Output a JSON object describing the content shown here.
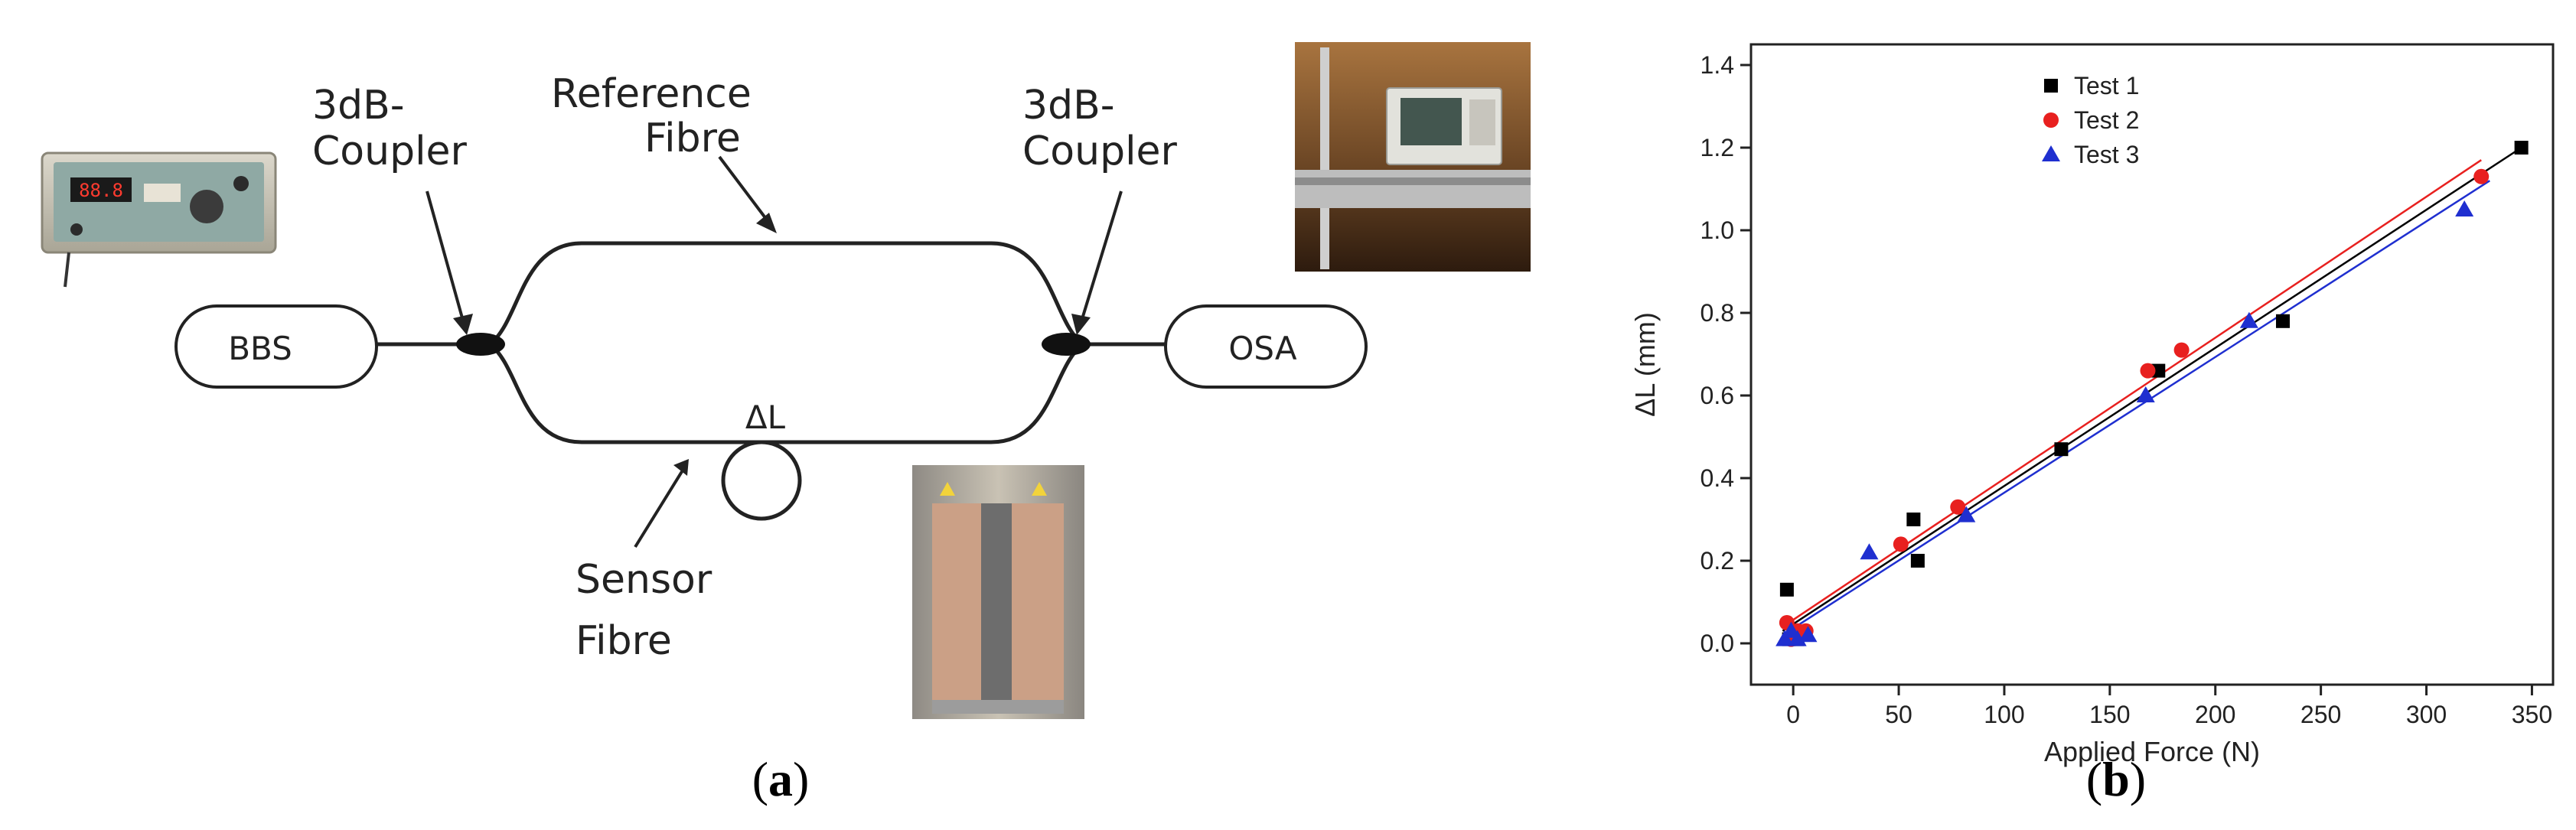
{
  "panel_a": {
    "source_label": "BBS",
    "analyzer_label": "OSA",
    "left_coupler": [
      "3dB-",
      "Coupler"
    ],
    "right_coupler": [
      "3dB-",
      "Coupler"
    ],
    "reference_fibre": [
      "Reference",
      "Fibre"
    ],
    "sensor_fibre": [
      "Sensor",
      "Fibre"
    ],
    "delta_label": "ΔL",
    "device_display": "88.8",
    "caption_open": "(",
    "caption_letter": "a",
    "caption_close": ")"
  },
  "panel_b": {
    "caption_open": "(",
    "caption_letter": "b",
    "caption_close": ")"
  },
  "colors": {
    "test1": "#000000",
    "test2": "#e8201f",
    "test3": "#1f2fd0"
  },
  "chart_data": {
    "type": "scatter",
    "xlabel": "Applied Force (N)",
    "ylabel": "ΔL (mm)",
    "xlim": [
      -20,
      360
    ],
    "ylim": [
      -0.1,
      1.45
    ],
    "xticks": [
      0,
      50,
      100,
      150,
      200,
      250,
      300,
      350
    ],
    "yticks": [
      0.0,
      0.2,
      0.4,
      0.6,
      0.8,
      1.0,
      1.2,
      1.4
    ],
    "grid": false,
    "legend": "top-left",
    "series": [
      {
        "name": "Test 1",
        "marker": "square",
        "color": "#000000",
        "points": [
          [
            -3,
            0.13
          ],
          [
            -2,
            0.01
          ],
          [
            0,
            0.02
          ],
          [
            2,
            0.01
          ],
          [
            57,
            0.3
          ],
          [
            59,
            0.2
          ],
          [
            127,
            0.47
          ],
          [
            173,
            0.66
          ],
          [
            232,
            0.78
          ],
          [
            345,
            1.2
          ]
        ],
        "fit": [
          [
            -5,
            0.03
          ],
          [
            345,
            1.2
          ]
        ]
      },
      {
        "name": "Test 2",
        "marker": "circle",
        "color": "#e8201f",
        "points": [
          [
            -3,
            0.05
          ],
          [
            -1,
            0.01
          ],
          [
            2,
            0.03
          ],
          [
            6,
            0.03
          ],
          [
            51,
            0.24
          ],
          [
            78,
            0.33
          ],
          [
            168,
            0.66
          ],
          [
            184,
            0.71
          ],
          [
            326,
            1.13
          ]
        ],
        "fit": [
          [
            -5,
            0.04
          ],
          [
            326,
            1.17
          ]
        ]
      },
      {
        "name": "Test 3",
        "marker": "triangle",
        "color": "#1f2fd0",
        "points": [
          [
            -4,
            0.01
          ],
          [
            -1,
            0.03
          ],
          [
            2,
            0.01
          ],
          [
            7,
            0.02
          ],
          [
            36,
            0.22
          ],
          [
            82,
            0.31
          ],
          [
            167,
            0.6
          ],
          [
            216,
            0.78
          ],
          [
            318,
            1.05
          ]
        ],
        "fit": [
          [
            -5,
            0.02
          ],
          [
            330,
            1.12
          ]
        ]
      }
    ]
  }
}
